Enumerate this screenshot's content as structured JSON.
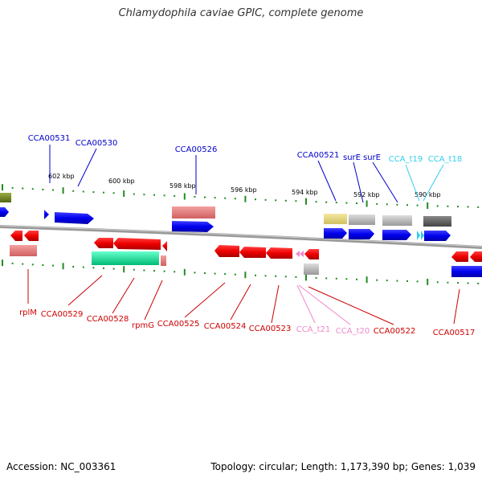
{
  "title": "Chlamydophila caviae GPIC, complete genome",
  "footer": {
    "accession": "Accession: NC_003361",
    "summary": "Topology: circular; Length: 1,173,390 bp; Genes: 1,039"
  },
  "colors": {
    "forward_gene": "#0000ee",
    "reverse_gene": "#ee0000",
    "trna_forward": "#33ccee",
    "trna_reverse": "#ee88cc",
    "backbone": "#888888",
    "tick": "#228B22",
    "rrna": "#00ee99",
    "pseudo_grey": "#bbbbbb"
  },
  "kbp_labels": [
    "602 kbp",
    "600 kbp",
    "598 kbp",
    "596 kbp",
    "594 kbp",
    "592 kbp",
    "590 kbp"
  ],
  "upper_labels": [
    {
      "text": "CCA00531",
      "color": "#0000cc"
    },
    {
      "text": "CCA00530",
      "color": "#0000cc"
    },
    {
      "text": "CCA00526",
      "color": "#0000cc"
    },
    {
      "text": "CCA00521",
      "color": "#0000cc"
    },
    {
      "text": "surE",
      "color": "#0000cc"
    },
    {
      "text": "surE",
      "color": "#0000cc"
    },
    {
      "text": "CCA_t19",
      "color": "#33ccee"
    },
    {
      "text": "CCA_t18",
      "color": "#33ccee"
    }
  ],
  "lower_labels": [
    {
      "text": "rplM",
      "color": "#cc0000"
    },
    {
      "text": "CCA00529",
      "color": "#cc0000"
    },
    {
      "text": "CCA00528",
      "color": "#cc0000"
    },
    {
      "text": "rpmG",
      "color": "#cc0000"
    },
    {
      "text": "CCA00525",
      "color": "#cc0000"
    },
    {
      "text": "CCA00524",
      "color": "#cc0000"
    },
    {
      "text": "CCA00523",
      "color": "#cc0000"
    },
    {
      "text": "CCA_t21",
      "color": "#ee88cc"
    },
    {
      "text": "CCA_t20",
      "color": "#ee88cc"
    },
    {
      "text": "CCA00522",
      "color": "#cc0000"
    },
    {
      "text": "CCA00517",
      "color": "#cc0000"
    }
  ]
}
